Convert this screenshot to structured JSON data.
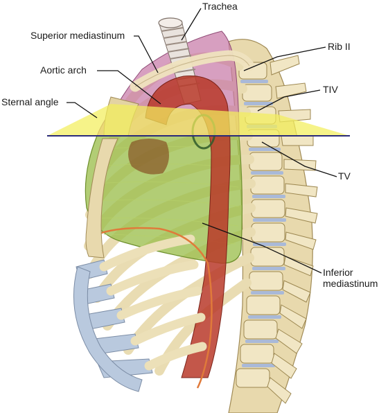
{
  "labels": {
    "trachea": "Trachea",
    "superior_mediastinum": "Superior mediastinum",
    "rib_ii": "Rib II",
    "aortic_arch": "Aortic arch",
    "tiv": "TIV",
    "sternal_angle": "Sternal angle",
    "tv": "TV",
    "inferior_mediastinum_line1": "Inferior",
    "inferior_mediastinum_line2": "mediastinum"
  },
  "colors": {
    "bone": "#efe3bf",
    "bone_shadow": "#c8b888",
    "inferior_mediastinum": "#9cbf4e",
    "superior_mediastinum": "#c77aa8",
    "aorta": "#b83a2a",
    "plane": "#f2ee5c",
    "plane_edge": "#2a2a7a",
    "cartilage": "#b9c9de",
    "pleura_line": "#e07a3a"
  }
}
